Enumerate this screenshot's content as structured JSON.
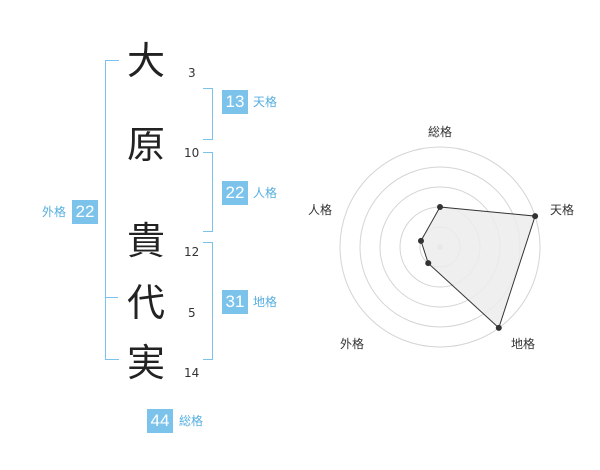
{
  "name": {
    "chars": [
      {
        "char": "大",
        "strokes": "3"
      },
      {
        "char": "原",
        "strokes": "10"
      },
      {
        "char": "貴",
        "strokes": "12"
      },
      {
        "char": "代",
        "strokes": "5"
      },
      {
        "char": "実",
        "strokes": "14"
      }
    ]
  },
  "fortunes": {
    "tenkaku": {
      "value": "13",
      "label": "天格"
    },
    "jinkaku": {
      "value": "22",
      "label": "人格"
    },
    "chikaku": {
      "value": "31",
      "label": "地格"
    },
    "gaikaku": {
      "value": "22",
      "label": "外格"
    },
    "soukaku": {
      "value": "44",
      "label": "総格"
    }
  },
  "colors": {
    "accent": "#7cc3ec",
    "label": "#55aee0",
    "text": "#222222"
  },
  "chart_data": {
    "type": "radar",
    "axes": [
      "総格",
      "天格",
      "地格",
      "外格",
      "人格"
    ],
    "values": [
      2,
      5,
      5,
      1,
      1
    ],
    "rmax": 5,
    "rings": [
      1,
      2,
      3,
      4,
      5
    ]
  }
}
